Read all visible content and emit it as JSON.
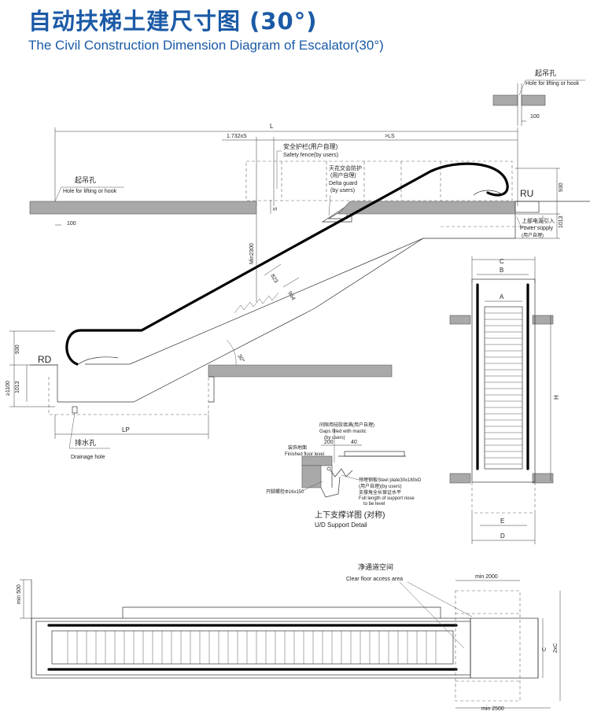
{
  "title": {
    "cn": "自动扶梯土建尺寸图 (30°)",
    "en": "The Civil Construction Dimension Diagram of Escalator(30°)"
  },
  "labels": {
    "hole_cn": "起吊孔",
    "hole_en": "Hole for lifting or hook",
    "dim_100": "100",
    "dim_L": "L",
    "dim_1732xS": "1.732xS",
    "dim_LS": ">LS",
    "fence_cn": "安全护栏(用户自理)",
    "fence_en": "Safety fence(by users)",
    "delta_cn": "天花交会防护",
    "delta_cn2": "(用户自理)",
    "delta_en": "Delta guard",
    "delta_en2": "(by users)",
    "RU": "RU",
    "RD": "RD",
    "dim_930": "930",
    "dim_1013": "1013",
    "dim_ge1100": "≥1100",
    "power_cn": "上部电源引入",
    "power_en": "Power supply",
    "power_by": "(用户自理)",
    "dim_S": "S",
    "min2300": "Min2300",
    "dim_823": "823",
    "dim_964": "964",
    "angle": "30°",
    "dim_LP": "LP",
    "drain_cn": "排水孔",
    "drain_en": "Drainage hole",
    "dim_A": "A",
    "dim_B": "B",
    "dim_C": "C",
    "dim_D": "D",
    "dim_E": "E",
    "dim_H": "H",
    "gaps_cn": "间隙用硅胶填满(用户自理)",
    "gaps_en": "Gaps filled with mastic",
    "gaps_by": "(by users)",
    "finished_cn": "装饰地面",
    "finished_en": "Finished floor level",
    "dim_200": "200",
    "dim_40": "40",
    "plate_cn": "预埋钢板Steel plate30x180xD",
    "plate_by": "(用户自理)(by users)",
    "nose_cn": "支撑角全长保证水平",
    "nose_en": "Full length of support nose",
    "nose_en2": "to be level",
    "bolt": "开脚螺栓Φ16x150",
    "support_cn": "上下支撑详图 (对称)",
    "support_en": "U/D Support Detail",
    "access_cn": "净通道空间",
    "access_en": "Clear floor access area",
    "min500": "min 500",
    "min2000": "min 2000",
    "min2500": "min 2500",
    "dim_2xC": "2xC"
  },
  "colors": {
    "title": "#1b5aa6",
    "floor": "#a9a9a9",
    "line": "#333333"
  }
}
